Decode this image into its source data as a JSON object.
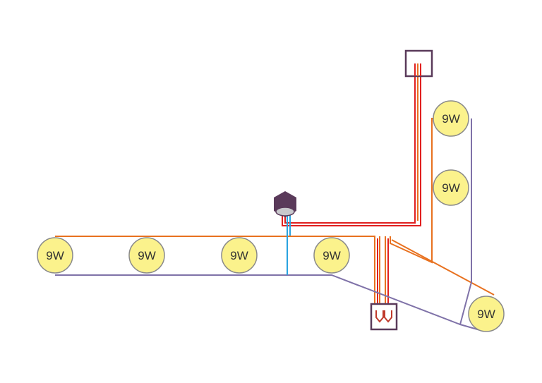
{
  "colors": {
    "live": "#e8711f",
    "neutral": "#7f72a8",
    "switch_feed": "#e02020",
    "earth": "#29a3e0",
    "lamp_fill": "#fbf28c",
    "lamp_stroke": "#8a8a8a",
    "box_stroke": "#5a3a5a",
    "cable_entry": "#c0392b",
    "sensor_body": "#5a3a5a",
    "sensor_lens": "#c8c8cc"
  },
  "lamps": [
    {
      "label": "9W"
    },
    {
      "label": "9W"
    },
    {
      "label": "9W"
    },
    {
      "label": "9W"
    },
    {
      "label": "9W"
    },
    {
      "label": "9W"
    },
    {
      "label": "9W"
    }
  ],
  "components": {
    "top_junction_box": {
      "icon": "junction-box"
    },
    "bottom_junction_box": {
      "icon": "junction-box"
    },
    "sensor": {
      "icon": "hexagon-motion-sensor"
    }
  }
}
